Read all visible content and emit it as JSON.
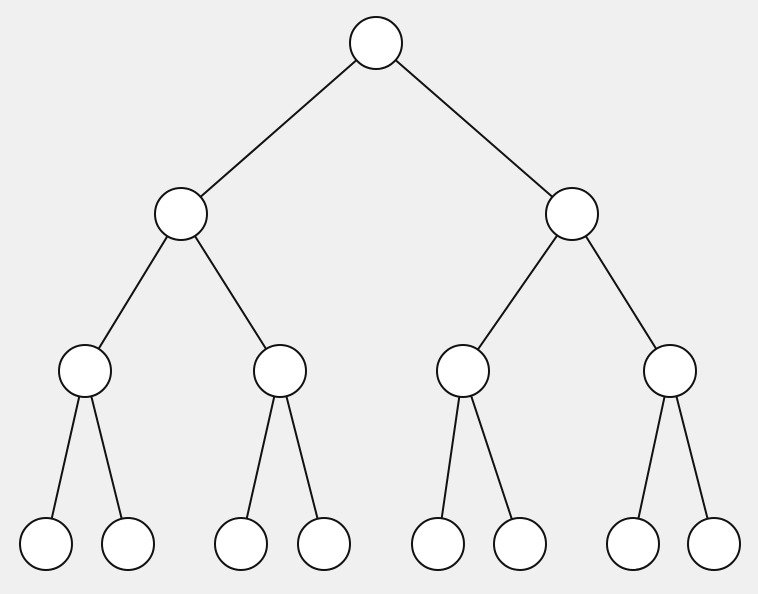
{
  "diagram": {
    "type": "binary-tree",
    "levels": 4,
    "node_count": 15,
    "node_labels": [],
    "colors": {
      "background": "#f0f0f0",
      "stroke": "#111111",
      "node_fill": "#ffffff"
    }
  }
}
